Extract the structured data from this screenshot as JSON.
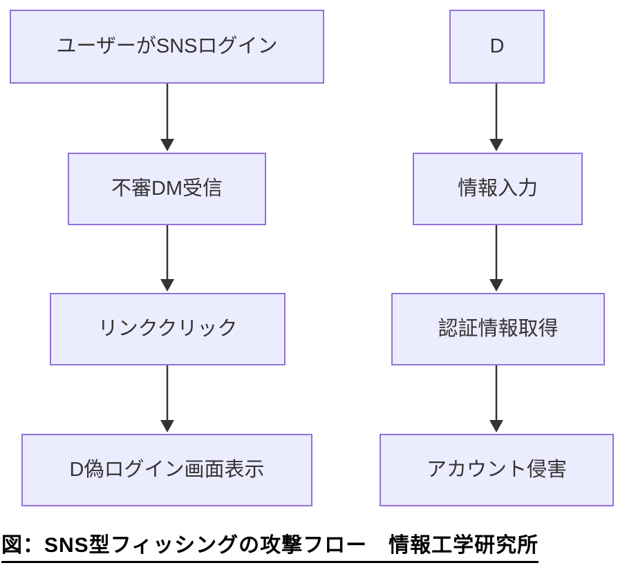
{
  "diagram": {
    "nodes": [
      {
        "id": "A",
        "label": "ユーザーがSNSログイン"
      },
      {
        "id": "B",
        "label": "不審DM受信"
      },
      {
        "id": "C",
        "label": "リンククリック"
      },
      {
        "id": "H",
        "label": "D偽ログイン画面表示"
      },
      {
        "id": "D",
        "label": "D"
      },
      {
        "id": "E",
        "label": "情報入力"
      },
      {
        "id": "F",
        "label": "認証情報取得"
      },
      {
        "id": "G",
        "label": "アカウント侵害"
      }
    ],
    "edges": [
      {
        "from": "ユーザーがSNSログイン",
        "to": "不審DM受信"
      },
      {
        "from": "不審DM受信",
        "to": "リンククリック"
      },
      {
        "from": "リンククリック",
        "to": "D偽ログイン画面表示"
      },
      {
        "from": "D",
        "to": "情報入力"
      },
      {
        "from": "情報入力",
        "to": "認証情報取得"
      },
      {
        "from": "認証情報取得",
        "to": "アカウント侵害"
      }
    ],
    "colors": {
      "node_fill": "#ECECFF",
      "node_border": "#9370DB",
      "arrow": "#333333",
      "text": "#333333",
      "caption": "#000000"
    }
  },
  "caption": {
    "text": "図：SNS型フィッシングの攻撃フロー　情報工学研究所"
  }
}
